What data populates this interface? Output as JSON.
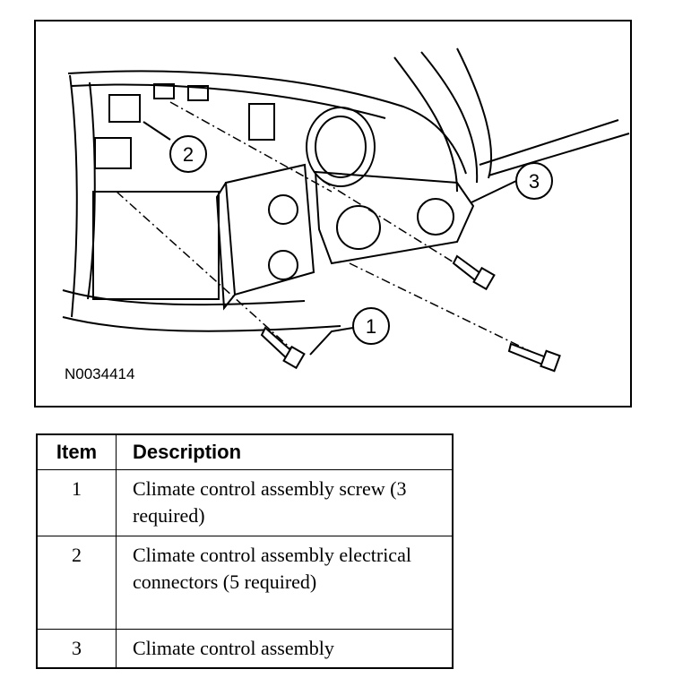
{
  "figure": {
    "id_label": "N0034414",
    "callouts": [
      {
        "number": "1"
      },
      {
        "number": "2"
      },
      {
        "number": "3"
      }
    ]
  },
  "table": {
    "headers": {
      "item": "Item",
      "description": "Description"
    },
    "rows": [
      {
        "item": "1",
        "description": "Climate control assembly screw (3 required)"
      },
      {
        "item": "2",
        "description": "Climate control assembly electrical connectors (5 required)"
      },
      {
        "item": "3",
        "description": "Climate control assembly"
      }
    ]
  }
}
